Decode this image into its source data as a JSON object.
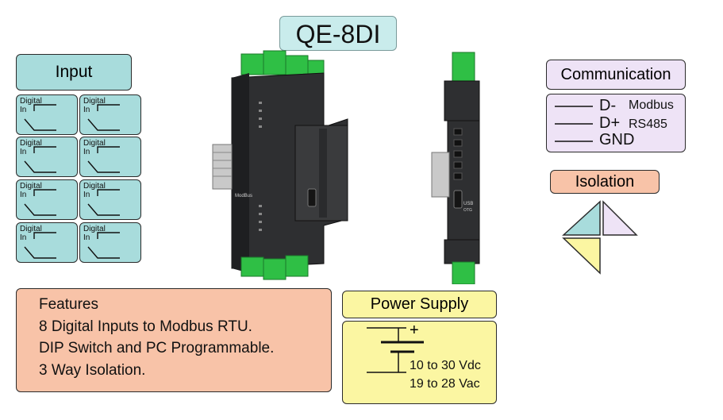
{
  "title": "QE-8DI",
  "input": {
    "label": "Input",
    "cells": [
      {
        "line1": "Digital",
        "line2": "In"
      },
      {
        "line1": "Digital",
        "line2": "In"
      },
      {
        "line1": "Digital",
        "line2": "In"
      },
      {
        "line1": "Digital",
        "line2": "In"
      },
      {
        "line1": "Digital",
        "line2": "In"
      },
      {
        "line1": "Digital",
        "line2": "In"
      },
      {
        "line1": "Digital",
        "line2": "In"
      },
      {
        "line1": "Digital",
        "line2": "In"
      }
    ]
  },
  "communication": {
    "label": "Communication",
    "signals": [
      "D-",
      "D+",
      "GND"
    ],
    "protocol": [
      "Modbus",
      "RS485"
    ]
  },
  "isolation": {
    "label": "Isolation",
    "colors": [
      "#a8dcdc",
      "#eee3f6",
      "#fbf6a2"
    ]
  },
  "features": {
    "heading": "Features",
    "items": [
      "8 Digital Inputs to Modbus RTU.",
      "DIP Switch and PC Programmable.",
      "3 Way Isolation."
    ]
  },
  "power_supply": {
    "label": "Power Supply",
    "plus": "+",
    "ranges": [
      "10 to 30 Vdc",
      "19 to 28 Vac"
    ]
  },
  "device_labels": {
    "modbus": "ModBus",
    "usb": "USB",
    "usb_otg": "OTG"
  },
  "colors": {
    "teal": "#a8dcdc",
    "lavender": "#eee3f6",
    "salmon": "#f8c3a8",
    "yellow": "#fbf6a2",
    "terminal_green": "#2fbf45",
    "device_body": "#2e2f31"
  }
}
